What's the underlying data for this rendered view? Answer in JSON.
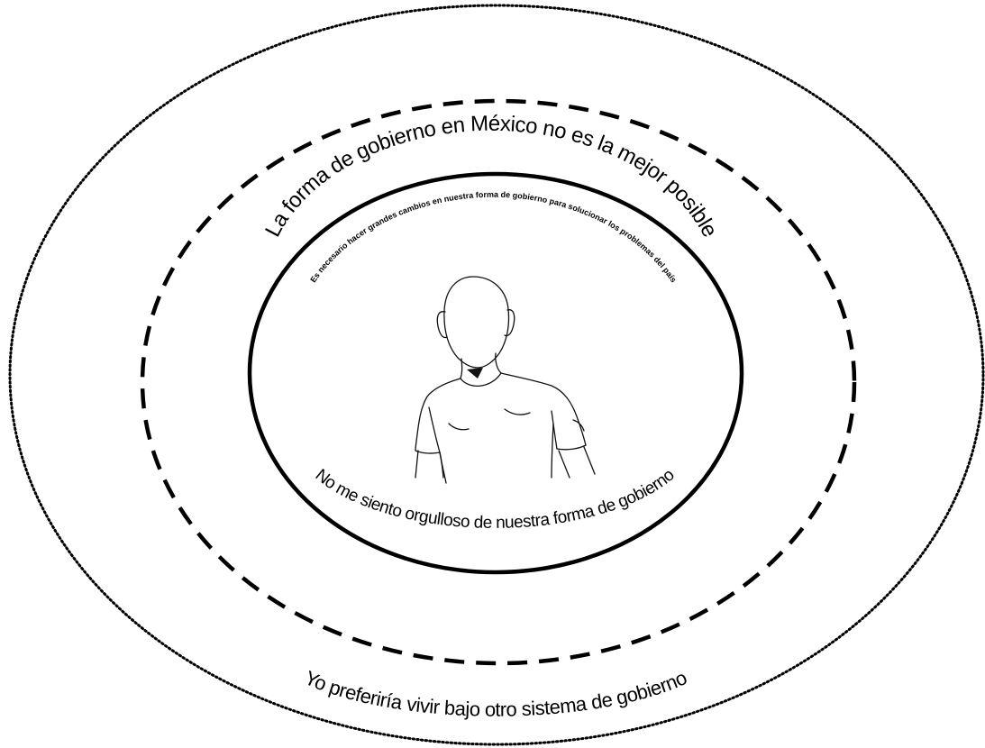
{
  "diagram": {
    "outer_ring": {
      "label": "Yo preferiría vivir bajo otro sistema de gobierno",
      "border": "dotted"
    },
    "middle_ring": {
      "label": "La forma de gobierno en México no es la mejor posible",
      "border": "dashed"
    },
    "inner_ring": {
      "label_top": "Es necesario hacer grandes cambios en nuestra forma de gobierno para solucionar los problemas del país",
      "label_bottom": "No me siento orgulloso de nuestra forma de gobierno",
      "border": "solid"
    },
    "center_figure": {
      "icon": "faceless-person-icon"
    }
  }
}
